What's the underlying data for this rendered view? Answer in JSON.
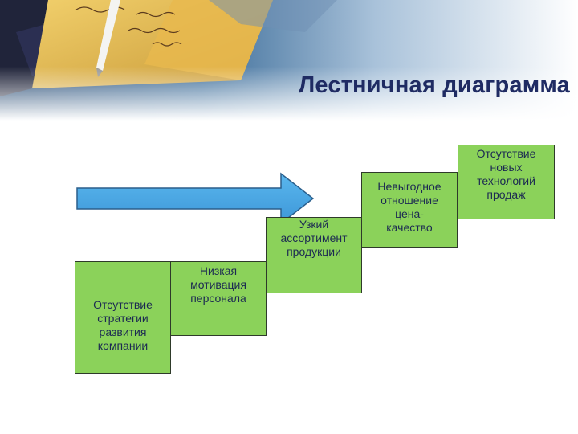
{
  "slide": {
    "title": "Лестничная диаграмма"
  },
  "steps": [
    {
      "label": "Отсутствие\nстратегии\nразвития\nкомпании"
    },
    {
      "label": "Низкая\nмотивация\nперсонала"
    },
    {
      "label": "Узкий\nассортимент\nпродукции"
    },
    {
      "label": "Невыгодное\nотношение\nцена-\nкачество"
    },
    {
      "label": "Отсутствие\nновых\nтехнологий\nпродаж"
    }
  ],
  "colors": {
    "title": "#1f2b63",
    "step_fill": "#8bd25a",
    "arrow_fill": "#4aa8e6"
  }
}
